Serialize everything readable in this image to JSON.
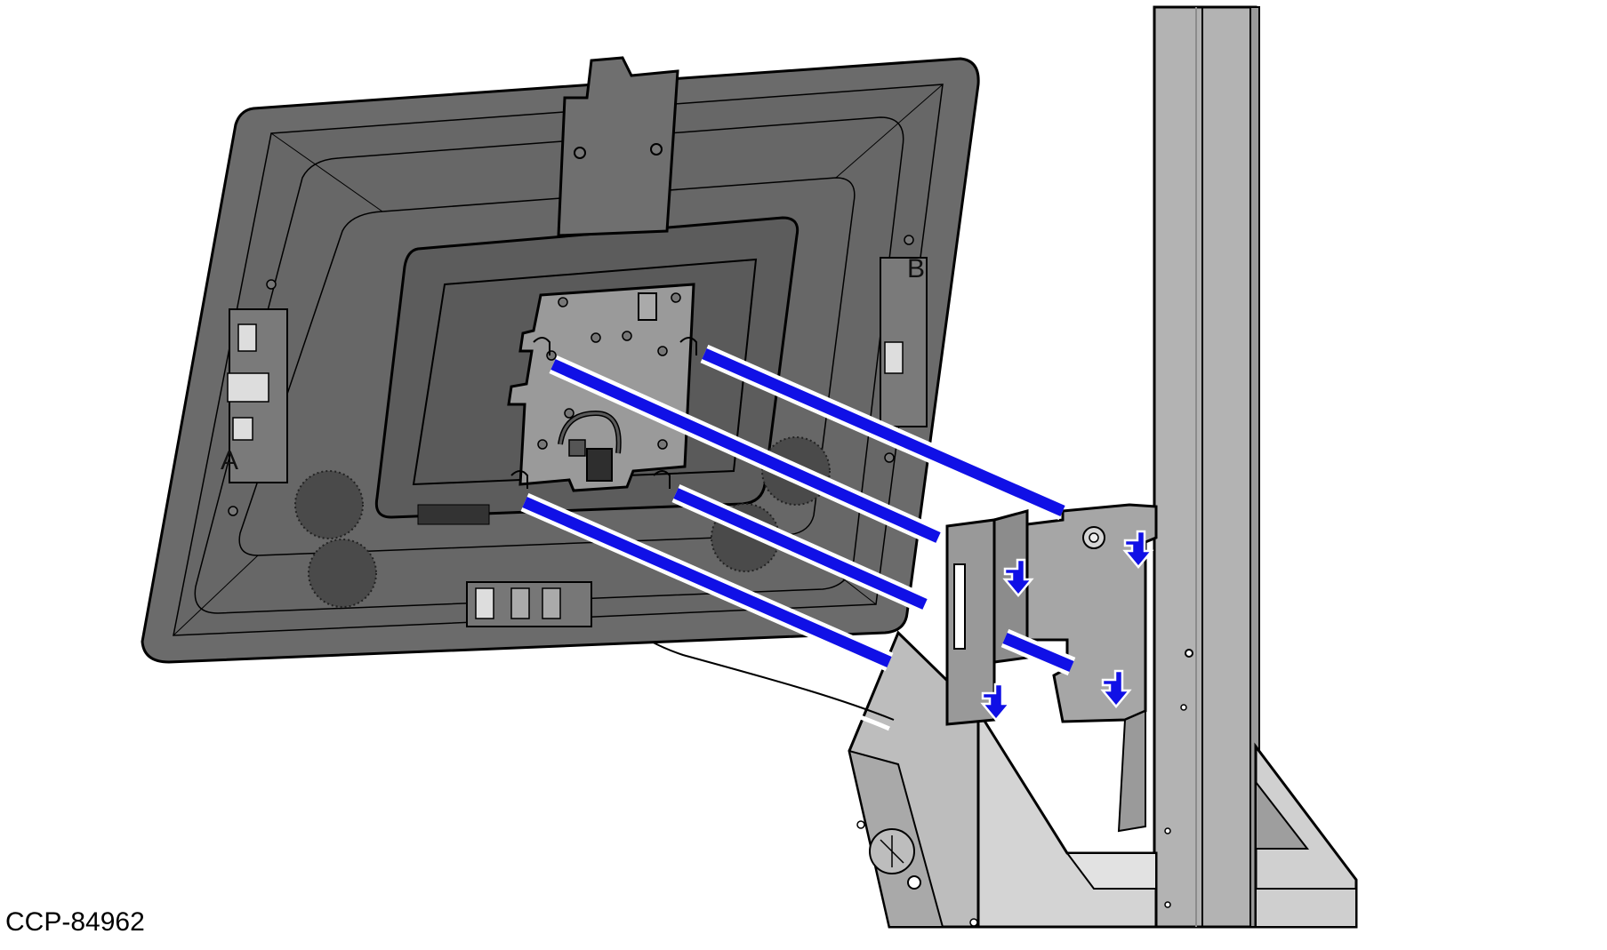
{
  "figure": {
    "id_label": "CCP-84962"
  },
  "monitor": {
    "callouts": [
      "A",
      "B"
    ],
    "rear_color": "#6b6b6b",
    "bezel_color": "#585858",
    "plate_color": "#9a9a9a"
  },
  "mount": {
    "pole_color": "#b3b3b3",
    "arm_color": "#bdbdbd",
    "bracket_color": "#a6a6a6"
  },
  "guide_lines": {
    "color": "#1010e6",
    "count": 5
  },
  "arrows": {
    "color": "#1010e6",
    "count": 4
  }
}
